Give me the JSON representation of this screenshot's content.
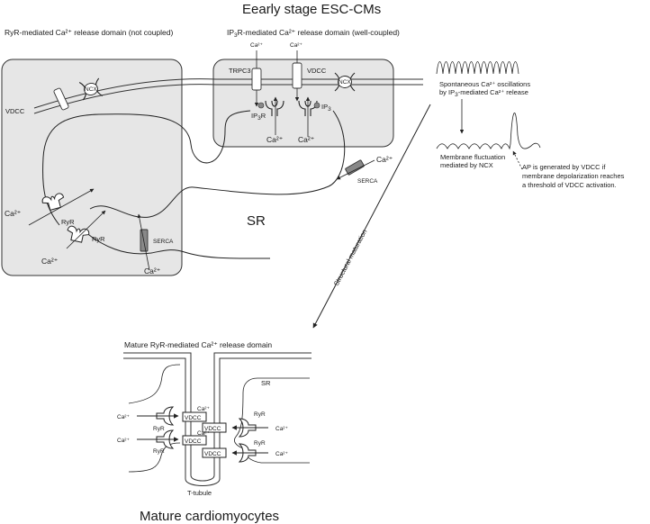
{
  "titles": {
    "top": "Eearly stage ESC-CMs",
    "bottom": "Mature cardiomyocytes"
  },
  "headers": {
    "left_domain": "RyR-mediated Ca²⁺ release domain (not coupled)",
    "right_domain_pre": "IP",
    "right_domain_sub": "3",
    "right_domain_post": "R-mediated Ca²⁺ release domain (well-coupled)",
    "mature_domain": "Mature RyR-mediated Ca²⁺ release domain"
  },
  "labels": {
    "ca": "Ca²⁺",
    "ryr": "RyR",
    "serca": "SERCA",
    "vdcc": "VDCC",
    "ncx": "NCX",
    "trpc3": "TRPC3",
    "sr": "SR",
    "ip3r_pre": "IP",
    "ip3r_sub": "3",
    "ip3r_post": "R",
    "ip3_pre": "IP",
    "ip3_sub": "3",
    "t_tubule": "T-tubule",
    "structural_maturation": "Structural maturation"
  },
  "notes": {
    "osc_line1": "Spontaneous Ca²⁺ oscillations",
    "osc_line2_pre": "by IP",
    "osc_line2_sub": "3",
    "osc_line2_post": "-mediated Ca²⁺ release",
    "membrane_line1": "Membrane fluctuation",
    "membrane_line2": "mediated by NCX",
    "ap_line1": "AP  is  generated  by  VDCC  if",
    "ap_line2": "membrane  depolarization  reaches",
    "ap_line3": "a threshold of VDCC activation."
  },
  "colors": {
    "domain_fill": "#e6e6e6",
    "serca_fill": "#888888",
    "stroke": "#222222"
  }
}
